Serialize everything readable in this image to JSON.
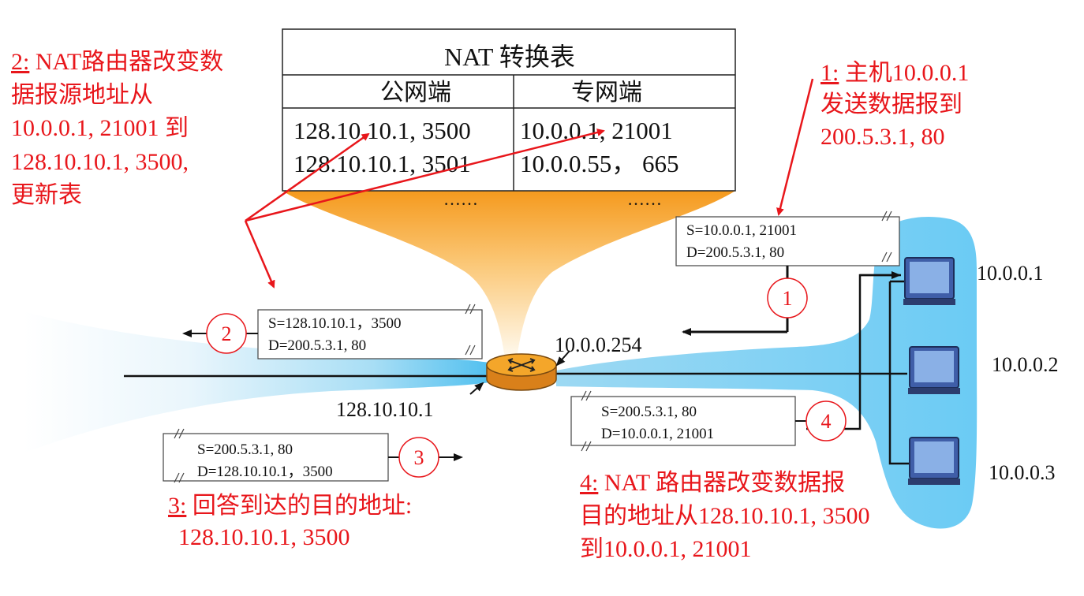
{
  "nat_table": {
    "title": "NAT 转换表",
    "col_wan": "公网端",
    "col_lan": "专网端",
    "rows": [
      {
        "wan": "128.10.10.1, 3500",
        "lan": "10.0.0.1, 21001"
      },
      {
        "wan": "128.10.10.1, 3501",
        "lan": "10.0.0.55， 665"
      }
    ],
    "ellipsis": "……"
  },
  "step1": {
    "num": "1:",
    "text_a": " 主机10.0.0.1",
    "line2": "发送数据报到",
    "line3": "200.5.3.1, 80"
  },
  "step2": {
    "num": "2:",
    "text_a": " NAT路由器改变数",
    "line2": "据报源地址从",
    "line3": "10.0.0.1, 21001 到",
    "line4": "128.10.10.1, 3500,",
    "line5": "更新表"
  },
  "step3": {
    "num": "3:",
    "text_a": " 回答到达的目的地址:",
    "line2": "128.10.10.1, 3500"
  },
  "step4": {
    "num": "4:",
    "text_a": " NAT 路由器改变数据报",
    "line2": "目的地址从128.10.10.1, 3500",
    "line3": "到10.0.0.1, 21001"
  },
  "packets": {
    "p1": {
      "s": "S=10.0.0.1, 21001",
      "d": "D=200.5.3.1, 80",
      "label": "1"
    },
    "p2": {
      "s": "S=128.10.10.1，3500",
      "d": "D=200.5.3.1, 80",
      "label": "2"
    },
    "p3": {
      "s": "S=200.5.3.1, 80",
      "d": "D=128.10.10.1，3500",
      "label": "3"
    },
    "p4": {
      "s": "S=200.5.3.1, 80",
      "d": "D=10.0.0.1, 21001",
      "label": "4"
    }
  },
  "addresses": {
    "router_lan": "10.0.0.254",
    "router_wan": "128.10.10.1",
    "host1": "10.0.0.1",
    "host2": "10.0.0.2",
    "host3": "10.0.0.3"
  },
  "colors": {
    "annotation_red": "#e8161b",
    "network_blue": "#6fcdf5",
    "router_orange": "#f0a020"
  }
}
